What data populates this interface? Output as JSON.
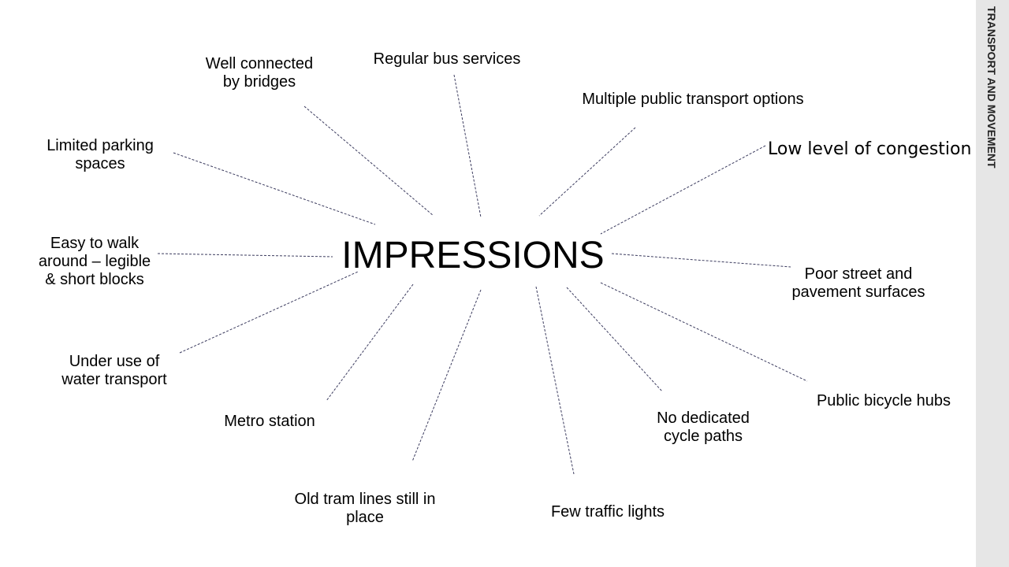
{
  "slide": {
    "center_title": "IMPRESSIONS",
    "sidebar_label": "TRANSPORT AND MOVEMENT",
    "colors": {
      "background": "#ffffff",
      "sidebar": "#e6e6e6",
      "connector": "#3b3b5e",
      "text": "#000000"
    }
  },
  "impressions": [
    {
      "id": "bridges",
      "label": "Well connected\nby bridges"
    },
    {
      "id": "bus",
      "label": "Regular bus services"
    },
    {
      "id": "multi",
      "label": "Multiple public transport options"
    },
    {
      "id": "congestion",
      "label": "Low level of congestion"
    },
    {
      "id": "parking",
      "label": "Limited parking\nspaces"
    },
    {
      "id": "walk",
      "label": "Easy to walk\naround – legible\n& short blocks"
    },
    {
      "id": "street",
      "label": "Poor street and\npavement surfaces"
    },
    {
      "id": "water",
      "label": "Under use of\nwater transport"
    },
    {
      "id": "metro",
      "label": "Metro station"
    },
    {
      "id": "bicycle",
      "label": "Public bicycle hubs"
    },
    {
      "id": "cycle",
      "label": "No dedicated\ncycle paths"
    },
    {
      "id": "tram",
      "label": "Old tram lines still in\nplace"
    },
    {
      "id": "traffic",
      "label": "Few traffic lights"
    }
  ]
}
